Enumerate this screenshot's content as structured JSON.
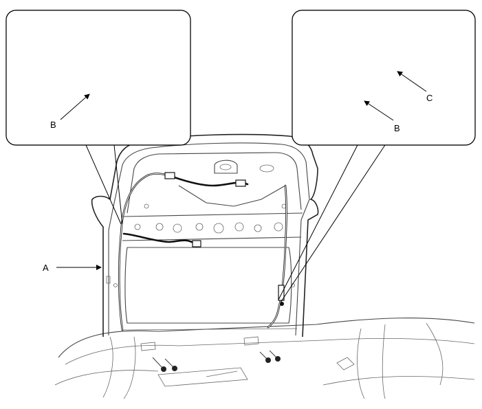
{
  "labels": {
    "a": "A",
    "b_left": "B",
    "b_right": "B",
    "c": "C"
  }
}
